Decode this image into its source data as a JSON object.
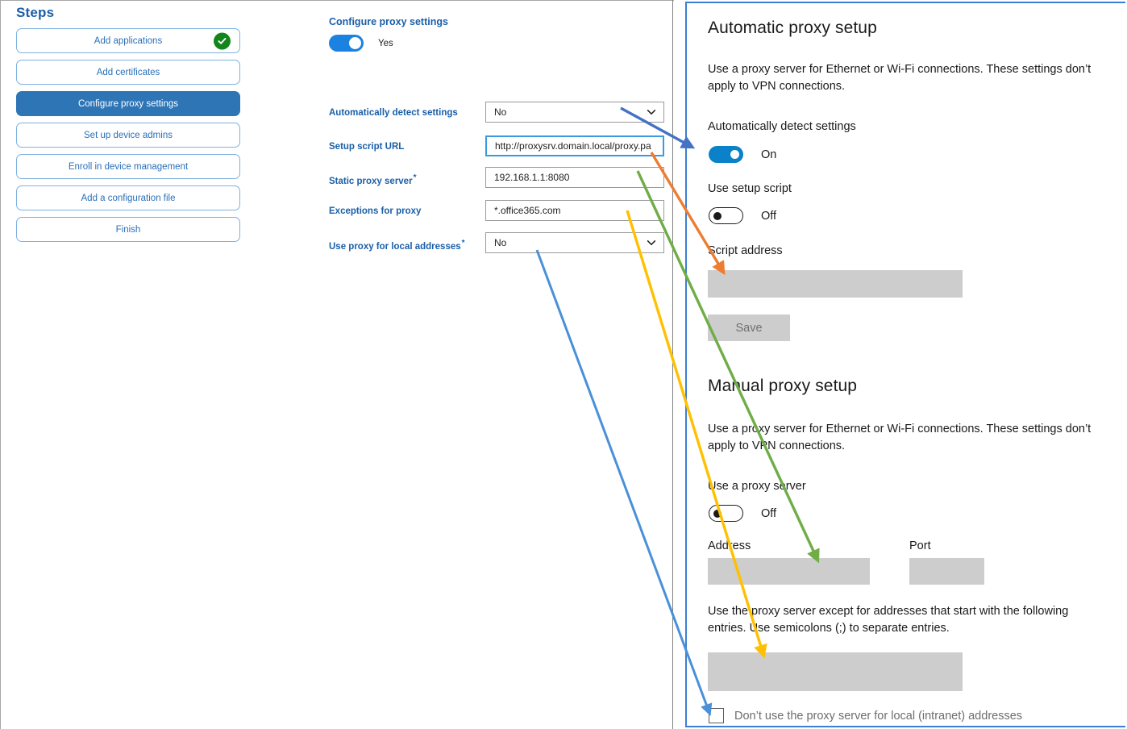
{
  "steps": {
    "title": "Steps",
    "items": [
      {
        "label": "Add applications",
        "state": "complete",
        "icon": "check-circle-icon"
      },
      {
        "label": "Add certificates",
        "state": "default"
      },
      {
        "label": "Configure proxy settings",
        "state": "active"
      },
      {
        "label": "Set up device admins",
        "state": "default"
      },
      {
        "label": "Enroll in device management",
        "state": "default"
      },
      {
        "label": "Add a configuration file",
        "state": "default"
      },
      {
        "label": "Finish",
        "state": "default"
      }
    ]
  },
  "form": {
    "title": "Configure proxy settings",
    "master_toggle": {
      "value": "Yes",
      "state": "on"
    },
    "fields": [
      {
        "label": "Automatically detect settings",
        "required": false,
        "type": "select",
        "value": "No",
        "icon": "chevron-down-icon"
      },
      {
        "label": "Setup script URL",
        "required": false,
        "type": "text",
        "value": "http://proxysrv.domain.local/proxy.pa",
        "focused": true
      },
      {
        "label": "Static proxy server",
        "required": true,
        "type": "text",
        "value": "192.168.1.1:8080"
      },
      {
        "label": "Exceptions for proxy",
        "required": false,
        "type": "text",
        "value": "*.office365.com"
      },
      {
        "label": "Use proxy for local addresses",
        "required": true,
        "type": "select",
        "value": "No",
        "icon": "chevron-down-icon"
      }
    ],
    "required_marker": "*"
  },
  "windows_settings": {
    "automatic": {
      "heading": "Automatic proxy setup",
      "description": "Use a proxy server for Ethernet or Wi-Fi connections. These settings don’t apply to VPN connections.",
      "detect_label": "Automatically detect settings",
      "detect_state": "On",
      "script_toggle_label": "Use setup script",
      "script_toggle_state": "Off",
      "script_address_label": "Script address",
      "script_address_value": "",
      "save_label": "Save"
    },
    "manual": {
      "heading": "Manual proxy setup",
      "description": "Use a proxy server for Ethernet or Wi-Fi connections. These settings don’t apply to VPN connections.",
      "use_proxy_label": "Use a proxy server",
      "use_proxy_state": "Off",
      "address_label": "Address",
      "address_value": "",
      "port_label": "Port",
      "port_value": "",
      "exceptions_description": "Use the proxy server except for addresses that start with the following entries. Use semicolons (;) to separate entries.",
      "exceptions_value": "",
      "bypass_local_label": "Don’t use the proxy server for local (intranet) addresses"
    }
  },
  "annotations": {
    "arrows": [
      {
        "name": "detect-settings-mapping",
        "color": "#4472C4",
        "from": "Automatically detect settings dropdown",
        "to": "Automatically detect settings toggle"
      },
      {
        "name": "setup-script-url-mapping",
        "color": "#ED7D31",
        "from": "Setup script URL field",
        "to": "Script address box"
      },
      {
        "name": "static-proxy-server-mapping",
        "color": "#70AD47",
        "from": "Static proxy server field",
        "to": "Address box"
      },
      {
        "name": "exceptions-mapping",
        "color": "#FFC000",
        "from": "Exceptions for proxy field",
        "to": "Exceptions box"
      },
      {
        "name": "local-addresses-mapping",
        "color": "#4A90D9",
        "from": "Use proxy for local addresses dropdown",
        "to": "Don’t use the proxy server for local (intranet) addresses checkbox"
      }
    ]
  },
  "colors": {
    "accent_blue": "#2e75b6",
    "link_blue": "#1a5fa8",
    "toggle_on": "#1b82e2",
    "win_toggle_on": "#0a81c8",
    "success_green": "#13851a",
    "panel_border": "#3a7fd5",
    "field_grey": "#cdcdcd"
  }
}
